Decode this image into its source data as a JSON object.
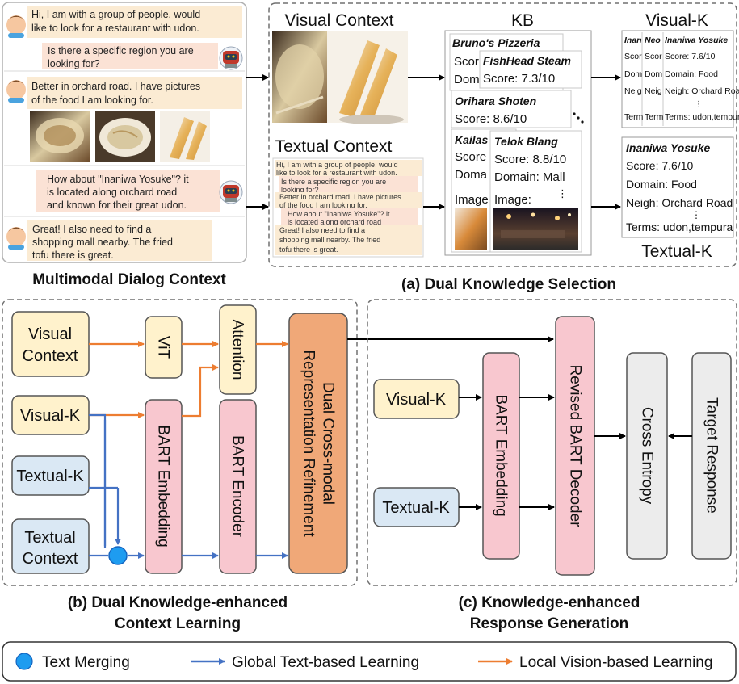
{
  "dialog": {
    "title": "Multimodal Dialog Context",
    "user_turn_1": [
      "Hi, I am with a group of people, would",
      "like to look for a restaurant with udon."
    ],
    "system_turn_1": [
      "Is there a specific region you are",
      "looking for?"
    ],
    "user_turn_2": [
      "Better in orchard road. I have pictures",
      "of the food I am looking for."
    ],
    "system_turn_2": [
      "How about \"Inaniwa Yosuke\"? it",
      "is located along orchard road",
      "and known for their great udon."
    ],
    "user_turn_3": [
      "Great! I also need to find a",
      "shopping mall nearby. The fried",
      "tofu there is great."
    ]
  },
  "selection": {
    "caption": "(a) Dual Knowledge Selection",
    "visual_context_label": "Visual Context",
    "textual_context_label": "Textual Context",
    "kb_label": "KB",
    "visual_k_label": "Visual-K",
    "textual_k_label": "Textual-K",
    "kb_cards": {
      "brunos": {
        "name": "Bruno's Pizzeria",
        "score": "Scor",
        "domain": "Dom"
      },
      "fishhead": {
        "name": "FishHead Steam",
        "score": "Score: 7.3/10"
      },
      "orihara": {
        "name": "Orihara Shoten",
        "score": "Score: 8.6/10"
      },
      "kailas": {
        "name": "Kailas",
        "score": "Score",
        "domain": "Doma",
        "image": "Image"
      },
      "telok": {
        "name": "Telok Blang",
        "score": "Score: 8.8/10",
        "domain": "Domain: Mall",
        "image": "Image:"
      }
    },
    "visual_k_cards": {
      "c1": {
        "name": "Inan",
        "score": "Scor",
        "domain": "Dom",
        "neigh": "Neig",
        "terms": "Term"
      },
      "c2": {
        "name": "Neo",
        "score": "Scor",
        "domain": "Dom",
        "neigh": "Neig",
        "terms": "Term"
      },
      "c3": {
        "name": "Inaniwa Yosuke",
        "score": "Score: 7.6/10",
        "domain": "Domain: Food",
        "neigh": "Neigh: Orchard Road",
        "terms": "Terms: udon,tempura"
      }
    },
    "textual_k_card": {
      "name": "Inaniwa Yosuke",
      "score": "Score: 7.6/10",
      "domain": "Domain: Food",
      "neigh": "Neigh: Orchard Road",
      "terms": "Terms: udon,tempura"
    }
  },
  "context_learning": {
    "caption_line1": "(b) Dual Knowledge-enhanced",
    "caption_line2": "Context Learning",
    "visual_context": [
      "Visual",
      "Context"
    ],
    "visual_k": "Visual-K",
    "textual_k": "Textual-K",
    "textual_context": [
      "Textual",
      "Context"
    ],
    "vit": "ViT",
    "attention": "Attention",
    "bart_embedding": "BART Embedding",
    "bart_encoder": "BART Encoder",
    "refinement": [
      "Dual Cross-modal",
      "Representation Refinement"
    ]
  },
  "response_generation": {
    "caption_line1": "(c) Knowledge-enhanced",
    "caption_line2": "Response Generation",
    "visual_k": "Visual-K",
    "textual_k": "Textual-K",
    "bart_embedding": "BART Embedding",
    "decoder": "Revised BART Decoder",
    "cross_entropy": "Cross Entropy",
    "target_response": "Target Response"
  },
  "legend": {
    "text_merging": "Text Merging",
    "global": "Global Text-based Learning",
    "local": "Local Vision-based Learning"
  },
  "colors": {
    "blue_arrow": "#4472c4",
    "orange_arrow": "#ed7d31",
    "user_bubble": "#fbebd3",
    "system_bubble": "#fbe2d5",
    "yellow_box": "#fff2cc",
    "blue_box": "#dae8f4",
    "pink_box": "#f8c7cf",
    "orange_box": "#f0a878",
    "gray_box": "#ececec",
    "merge_dot": "#1e9cf0"
  }
}
